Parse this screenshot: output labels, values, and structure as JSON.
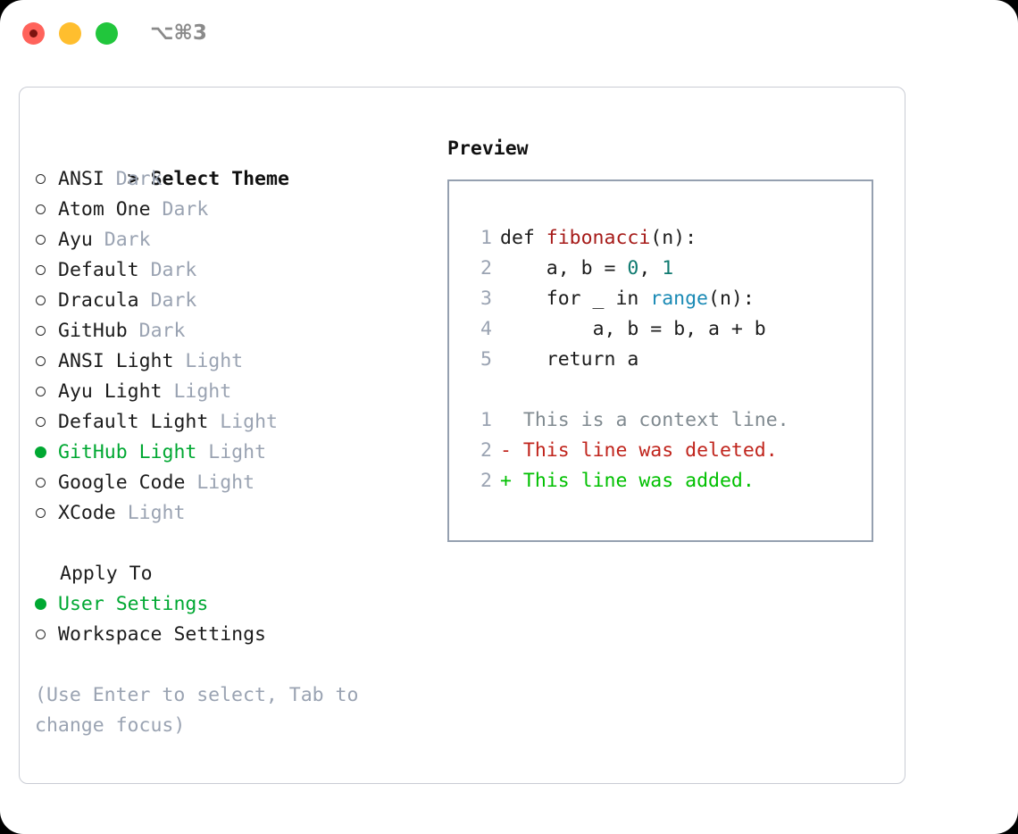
{
  "window": {
    "traffic_lights": [
      "close-red",
      "minimize-yellow",
      "maximize-green"
    ],
    "shortcut": "⌥⌘3",
    "colors": {
      "close": "#ff635b",
      "minimize": "#ffbe2e",
      "maximize": "#21c63c",
      "selection_green": "#00a832",
      "muted": "#9aa3b2",
      "diff_add": "#00c000",
      "diff_del": "#c0241c",
      "panel_border": "#c9ccd4",
      "preview_border": "#95a0b0"
    }
  },
  "theme_picker": {
    "header_marker": ">",
    "header_label": "Select Theme",
    "items": [
      {
        "marker": "○",
        "label": "ANSI",
        "variant": "Dark",
        "selected": false
      },
      {
        "marker": "○",
        "label": "Atom One",
        "variant": "Dark",
        "selected": false
      },
      {
        "marker": "○",
        "label": "Ayu",
        "variant": "Dark",
        "selected": false
      },
      {
        "marker": "○",
        "label": "Default",
        "variant": "Dark",
        "selected": false
      },
      {
        "marker": "○",
        "label": "Dracula",
        "variant": "Dark",
        "selected": false
      },
      {
        "marker": "○",
        "label": "GitHub",
        "variant": "Dark",
        "selected": false
      },
      {
        "marker": "○",
        "label": "ANSI Light",
        "variant": "Light",
        "selected": false
      },
      {
        "marker": "○",
        "label": "Ayu Light",
        "variant": "Light",
        "selected": false
      },
      {
        "marker": "○",
        "label": "Default Light",
        "variant": "Light",
        "selected": false
      },
      {
        "marker": "●",
        "label": "GitHub Light",
        "variant": "Light",
        "selected": true
      },
      {
        "marker": "○",
        "label": "Google Code",
        "variant": "Light",
        "selected": false
      },
      {
        "marker": "○",
        "label": "XCode",
        "variant": "Light",
        "selected": false
      }
    ]
  },
  "apply_to": {
    "header_label": "Apply To",
    "items": [
      {
        "marker": "●",
        "label": "User Settings",
        "selected": true
      },
      {
        "marker": "○",
        "label": "Workspace Settings",
        "selected": false
      }
    ]
  },
  "hint": "(Use Enter to select, Tab to change focus)",
  "preview": {
    "title": "Preview",
    "code_lines": [
      {
        "num": "1",
        "tokens": [
          {
            "t": "def ",
            "c": "kw"
          },
          {
            "t": "fibonacci",
            "c": "fn"
          },
          {
            "t": "(n):",
            "c": "kw"
          }
        ]
      },
      {
        "num": "2",
        "tokens": [
          {
            "t": "    ",
            "c": "kw"
          },
          {
            "t": "a, b",
            "c": "var"
          },
          {
            "t": " = ",
            "c": "kw"
          },
          {
            "t": "0",
            "c": "num"
          },
          {
            "t": ", ",
            "c": "kw"
          },
          {
            "t": "1",
            "c": "num"
          }
        ]
      },
      {
        "num": "3",
        "tokens": [
          {
            "t": "    for _ in ",
            "c": "kw"
          },
          {
            "t": "range",
            "c": "call"
          },
          {
            "t": "(n):",
            "c": "kw"
          }
        ]
      },
      {
        "num": "4",
        "tokens": [
          {
            "t": "        ",
            "c": "kw"
          },
          {
            "t": "a, b",
            "c": "var"
          },
          {
            "t": " = ",
            "c": "kw"
          },
          {
            "t": "b, a + b",
            "c": "var"
          }
        ]
      },
      {
        "num": "5",
        "tokens": [
          {
            "t": "    return ",
            "c": "kw"
          },
          {
            "t": "a",
            "c": "var"
          }
        ]
      }
    ],
    "diff_lines": [
      {
        "num": "1",
        "sign": " ",
        "text": "This is a context line.",
        "kind": "diff-ctx"
      },
      {
        "num": "2",
        "sign": "-",
        "text": "This line was deleted.",
        "kind": "diff-del"
      },
      {
        "num": "2",
        "sign": "+",
        "text": "This line was added.",
        "kind": "diff-add"
      }
    ]
  }
}
